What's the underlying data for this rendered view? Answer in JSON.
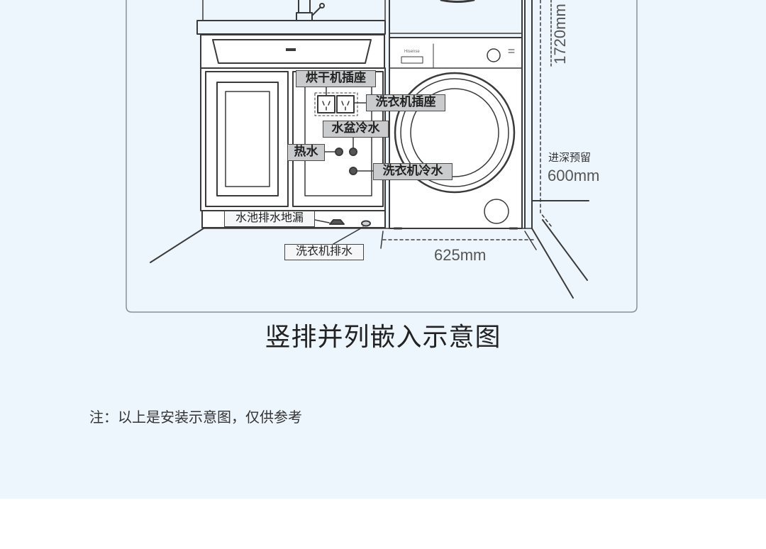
{
  "illustration": {
    "labels": {
      "dryer_socket": "烘干机插座",
      "washer_socket": "洗衣机插座",
      "basin_cold": "水盆冷水",
      "hot_water": "热水",
      "washer_cold": "洗衣机冷水",
      "basin_drain": "水池排水地漏",
      "washer_drain": "洗衣机排水"
    },
    "dimensions": {
      "height": "1720mm",
      "depth_label": "进深预留",
      "depth": "600mm",
      "width": "625mm"
    },
    "washer_brand": "Hisense"
  },
  "caption": "竖排并列嵌入示意图",
  "note": "注：以上是安装示意图，仅供参考"
}
